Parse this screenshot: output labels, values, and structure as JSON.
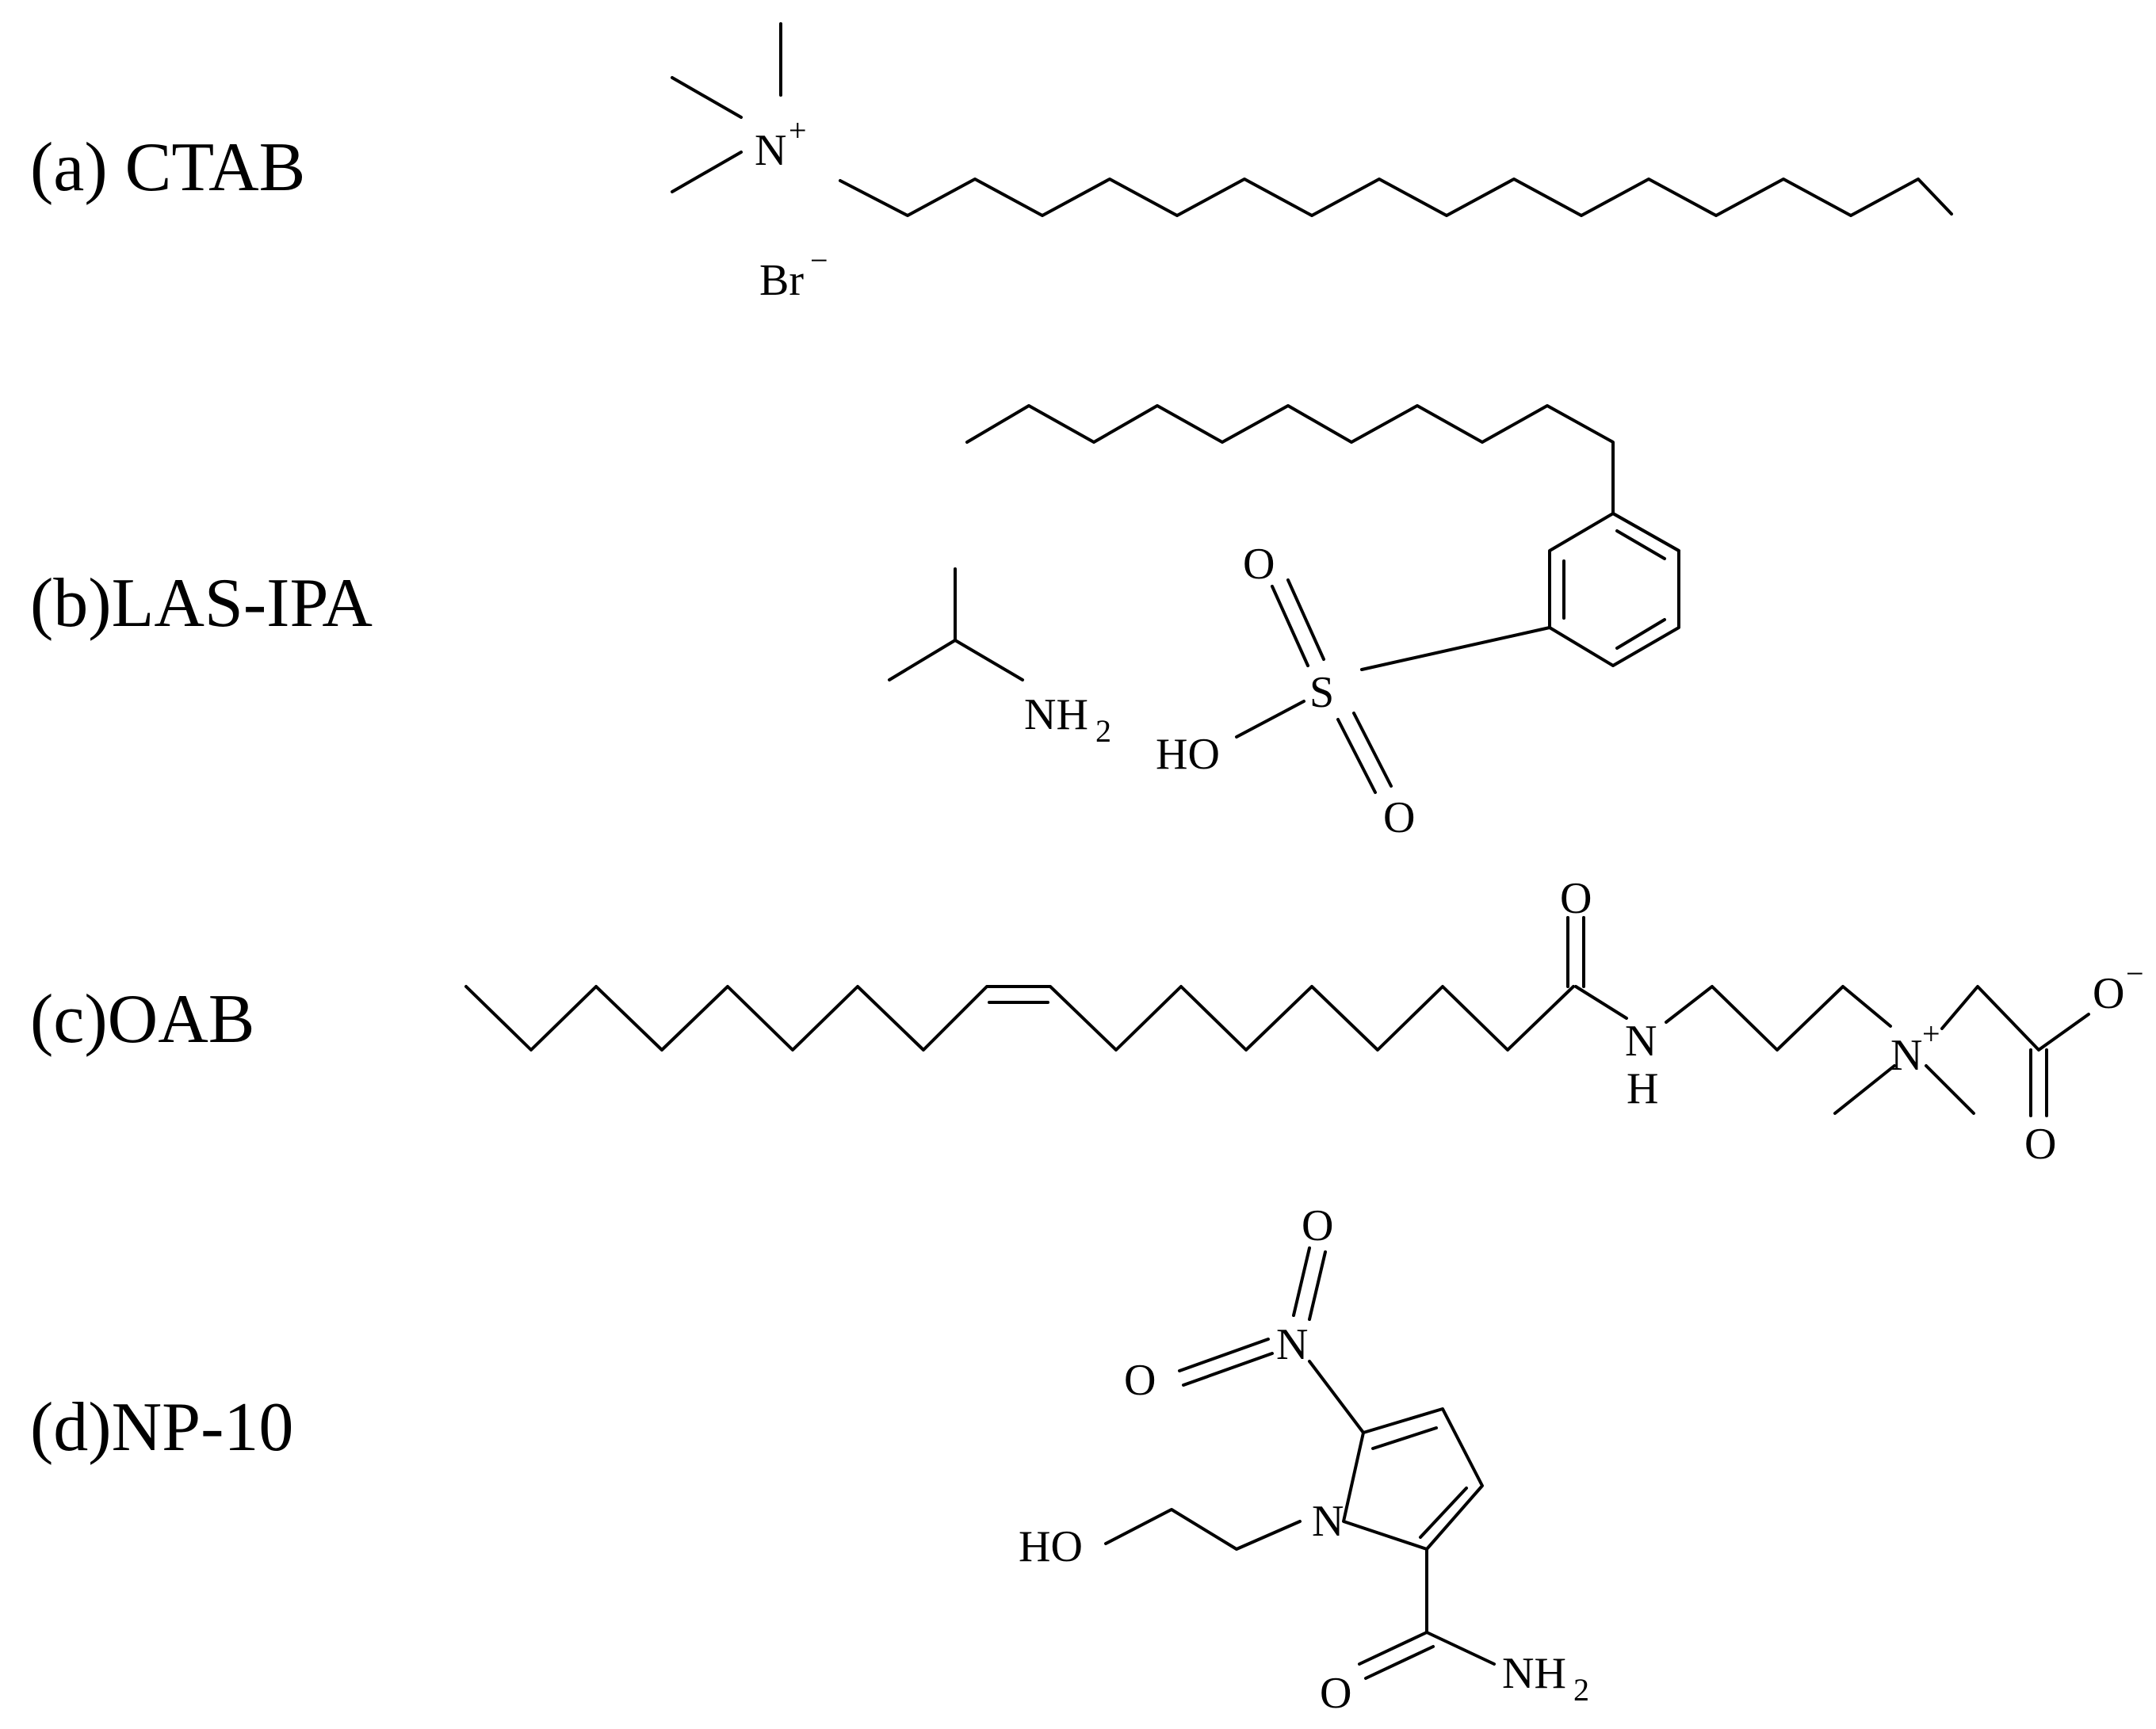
{
  "molecules": {
    "ctab": {
      "label": "(a) CTAB",
      "atoms": {
        "nitrogen": "N",
        "n_charge": "+",
        "bromine": "Br",
        "br_charge": "−"
      }
    },
    "las_ipa": {
      "label": "(b)LAS-IPA",
      "atoms": {
        "amine_n": "NH",
        "amine_sub": "2",
        "sulfur": "S",
        "hydroxyl": "HO",
        "oxygen_top": "O",
        "oxygen_bottom": "O"
      }
    },
    "oab": {
      "label": "(c)OAB",
      "atoms": {
        "amide_o": "O",
        "amide_n": "N",
        "amide_h": "H",
        "quat_n": "N",
        "n_charge": "+",
        "carboxyl_o_minus": "O",
        "o_charge": "−",
        "carboxyl_o": "O"
      }
    },
    "np10": {
      "label": "(d)NP-10",
      "atoms": {
        "nitro_n": "N",
        "nitro_o_top": "O",
        "nitro_o_left": "O",
        "ring_n": "N",
        "hydroxyl": "HO",
        "amide_o": "O",
        "amide_n": "NH",
        "amide_sub": "2"
      }
    }
  }
}
